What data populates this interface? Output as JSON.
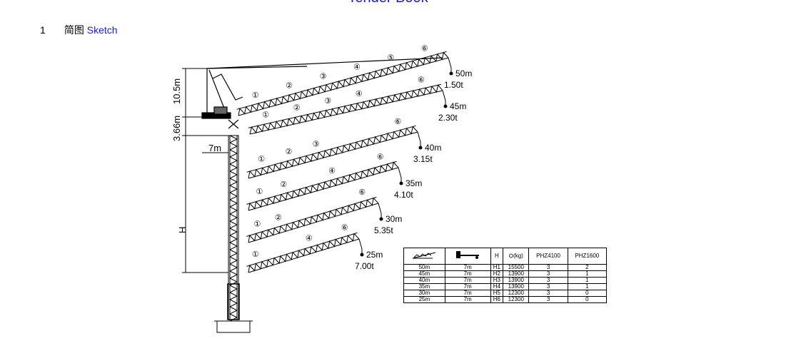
{
  "header": {
    "title": "Tender Book"
  },
  "section": {
    "number": "1",
    "label": "简图",
    "link": "Sketch"
  },
  "drawing": {
    "height_labels": {
      "top": "10.5m",
      "mid": "3.66m",
      "tower": "H",
      "jib_offset": "7m"
    },
    "jibs": [
      {
        "length": "50m",
        "load": "1.50t",
        "sections": [
          "①",
          "②",
          "③",
          "④",
          "⑤",
          "⑥"
        ]
      },
      {
        "length": "45m",
        "load": "2.30t",
        "sections": [
          "①",
          "②",
          "③",
          "④",
          "⑥"
        ]
      },
      {
        "length": "40m",
        "load": "3.15t",
        "sections": [
          "①",
          "②",
          "③",
          "⑥"
        ]
      },
      {
        "length": "35m",
        "load": "4.10t",
        "sections": [
          "①",
          "②",
          "④",
          "⑥"
        ]
      },
      {
        "length": "30m",
        "load": "5.35t",
        "sections": [
          "①",
          "②",
          "⑥"
        ]
      },
      {
        "length": "25m",
        "load": "7.00t",
        "sections": [
          "①",
          "④",
          "⑥"
        ]
      }
    ]
  },
  "table": {
    "headers": {
      "jib": "",
      "counter_jib": "",
      "height": "H",
      "weight": "(kg)",
      "col5": "PHZ4100",
      "col6": "PHZ1600"
    },
    "rows": [
      [
        "50m",
        "7m",
        "H1",
        "15500",
        "3",
        "2"
      ],
      [
        "45m",
        "7m",
        "H2",
        "13900",
        "3",
        "1"
      ],
      [
        "40m",
        "7m",
        "H3",
        "13900",
        "3",
        "1"
      ],
      [
        "35m",
        "7m",
        "H4",
        "13900",
        "3",
        "1"
      ],
      [
        "30m",
        "7m",
        "H5",
        "12300",
        "3",
        "0"
      ],
      [
        "25m",
        "7m",
        "H6",
        "12300",
        "3",
        "0"
      ]
    ]
  }
}
